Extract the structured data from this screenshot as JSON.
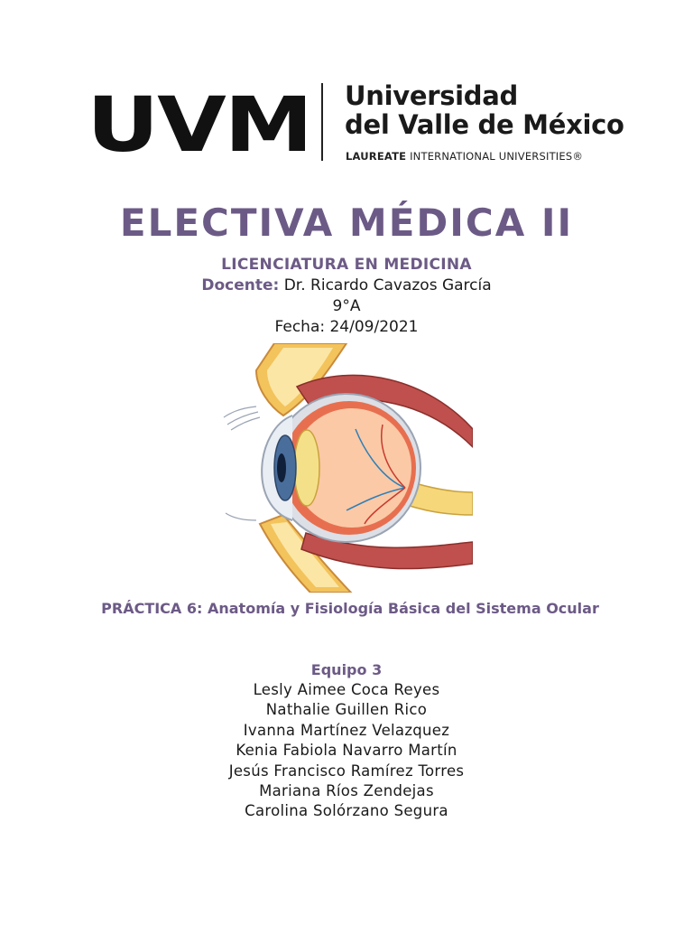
{
  "logo": {
    "mark": "UVM",
    "name_line1": "Universidad",
    "name_line2": "del Valle de México",
    "laureate_bold": "LAUREATE",
    "laureate_rest": "INTERNATIONAL UNIVERSITIES®"
  },
  "title": "ELECTIVA MÉDICA II",
  "subtitle": "LICENCIATURA EN MEDICINA",
  "teacher": {
    "label": "Docente:",
    "name": "Dr. Ricardo Cavazos García"
  },
  "group": "9°A",
  "date": "Fecha: 24/09/2021",
  "practice": "PRÁCTICA 6: Anatomía y Fisiología Básica del Sistema Ocular",
  "team": {
    "title": "Equipo 3",
    "members": [
      "Lesly Aimee Coca Reyes",
      "Nathalie Guillen Rico",
      "Ivanna Martínez Velazquez",
      "Kenia Fabiola Navarro Martín",
      "Jesús Francisco Ramírez Torres",
      "Mariana Ríos Zendejas",
      "Carolina Solórzano Segura"
    ]
  },
  "colors": {
    "accent": "#6c5a86",
    "text": "#1a1a1a"
  }
}
